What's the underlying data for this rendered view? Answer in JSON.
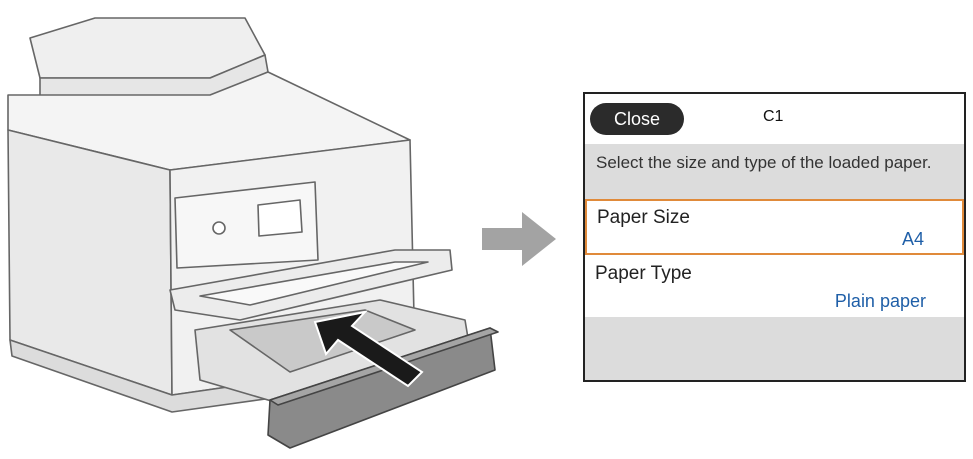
{
  "screen": {
    "close_label": "Close",
    "code": "C1",
    "message": "Select the size and type of the loaded paper.",
    "rows": [
      {
        "label": "Paper Size",
        "value": "A4",
        "selected": true
      },
      {
        "label": "Paper Type",
        "value": "Plain paper",
        "selected": false
      }
    ]
  },
  "colors": {
    "selection_border": "#e08a3a",
    "value_text": "#1f5fa8",
    "close_button_bg": "#2b2b2b",
    "arrow": "#a3a3a3"
  }
}
